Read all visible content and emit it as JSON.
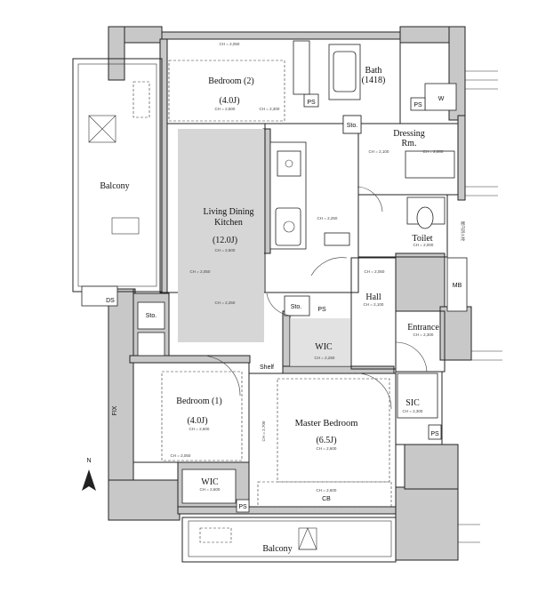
{
  "rooms": {
    "bedroom2": {
      "name": "Bedroom (2)",
      "size": "(4.0J)"
    },
    "bath": {
      "name": "Bath",
      "code": "(1418)"
    },
    "dressing": {
      "line1": "Dressing",
      "line2": "Rm."
    },
    "balcony_west": "Balcony",
    "ldk": {
      "line1": "Living Dining",
      "line2": "Kitchen",
      "size": "(12.0J)"
    },
    "toilet": "Toilet",
    "hall": "Hall",
    "entrance": "Entrance",
    "wic_center": "WIC",
    "shelf": "Shelf",
    "bedroom1": {
      "name": "Bedroom (1)",
      "size": "(4.0J)"
    },
    "master": {
      "name": "Master Bedroom",
      "size": "(6.5J)"
    },
    "sic": "SIC",
    "wic_bottom": "WIC",
    "balcony_south": "Balcony"
  },
  "labels": {
    "ds": "DS",
    "mb": "MB",
    "w": "W",
    "ps": "PS",
    "sto": "Sto.",
    "fix": "FIX",
    "cb": "CB",
    "north": "N",
    "jp_extinguisher": "屋内消火栓"
  },
  "ceiling_heights": {
    "ch2050": "CH = 2,050",
    "ch2600": "CH = 2,600",
    "ch2300": "CH = 2,300",
    "ch2250": "CH = 2,250",
    "ch2100": "CH = 2,100",
    "ch2000": "CH = 2,000",
    "ch2700": "CH = 2,700"
  }
}
